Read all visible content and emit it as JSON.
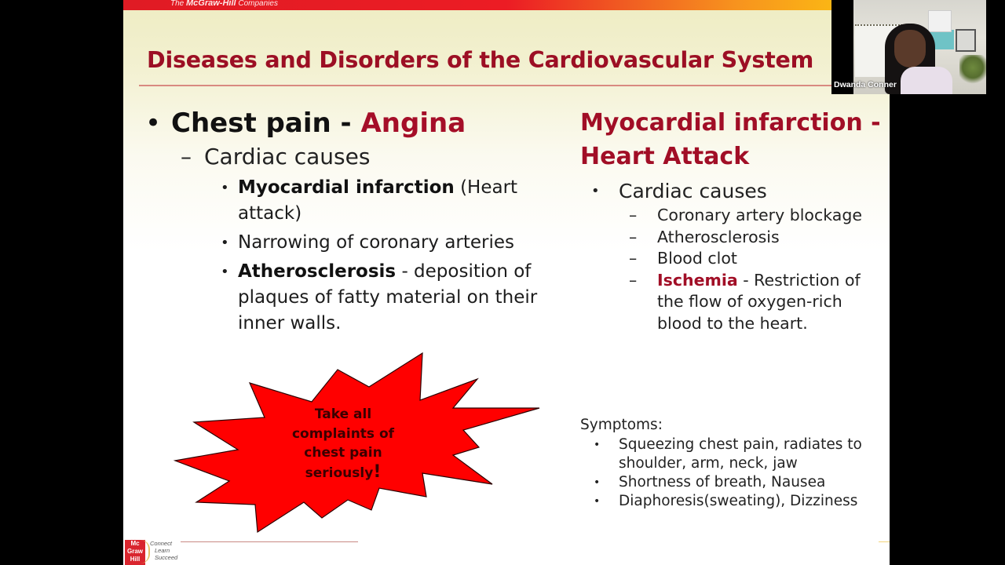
{
  "slide": {
    "brand": {
      "prefix": "The ",
      "name": "McGraw-Hill",
      "suffix": " Companies"
    },
    "title": "Diseases and Disorders of the Cardiovascular System",
    "left_column": {
      "heading": {
        "bullet": "•",
        "main": "Chest pain - ",
        "accent": "Angina"
      },
      "subheading": {
        "dash": "–",
        "text": "Cardiac causes"
      },
      "items": [
        {
          "bullet": "•",
          "bold": "Myocardial infarction",
          "text": " (Heart attack)"
        },
        {
          "bullet": "•",
          "bold": "",
          "text": "Narrowing of coronary arteries"
        },
        {
          "bullet": "•",
          "bold": "Atherosclerosis",
          "text": " - deposition of plaques of fatty material on their inner walls."
        }
      ]
    },
    "callout": {
      "lines": [
        "Take all",
        "complaints of",
        "chest pain",
        "seriously"
      ],
      "exclaim": "!",
      "fill_color": "#ff0000"
    },
    "right_column": {
      "heading": "Myocardial infarction - Heart Attack",
      "subheading": {
        "bullet": "•",
        "text": "Cardiac causes"
      },
      "items": [
        {
          "dash": "–",
          "accent": "",
          "text": "Coronary artery blockage"
        },
        {
          "dash": "–",
          "accent": "",
          "text": "Atherosclerosis"
        },
        {
          "dash": "–",
          "accent": "",
          "text": "Blood clot"
        },
        {
          "dash": "–",
          "accent": "Ischemia",
          "text": " - Restriction of the flow of oxygen-rich blood to the heart."
        }
      ]
    },
    "symptoms": {
      "heading": "Symptoms:",
      "items": [
        {
          "bullet": "•",
          "text": "Squeezing chest pain, radiates to shoulder, arm, neck, jaw"
        },
        {
          "bullet": "•",
          "text": "Shortness of breath, Nausea"
        },
        {
          "bullet": "•",
          "text": "Diaphoresis(sweating), Dizziness"
        }
      ]
    },
    "footer_logo": {
      "badge_lines": [
        "Mc",
        "Graw",
        "Hill"
      ],
      "tagline": [
        "Connect",
        "Learn",
        "Succeed"
      ]
    },
    "colors": {
      "accent": "#a10e26",
      "title": "#9c0f24",
      "topbar_start": "#e01b24",
      "topbar_end": "#fdc010"
    }
  },
  "video": {
    "participant_name": "Dwanda Conner"
  }
}
